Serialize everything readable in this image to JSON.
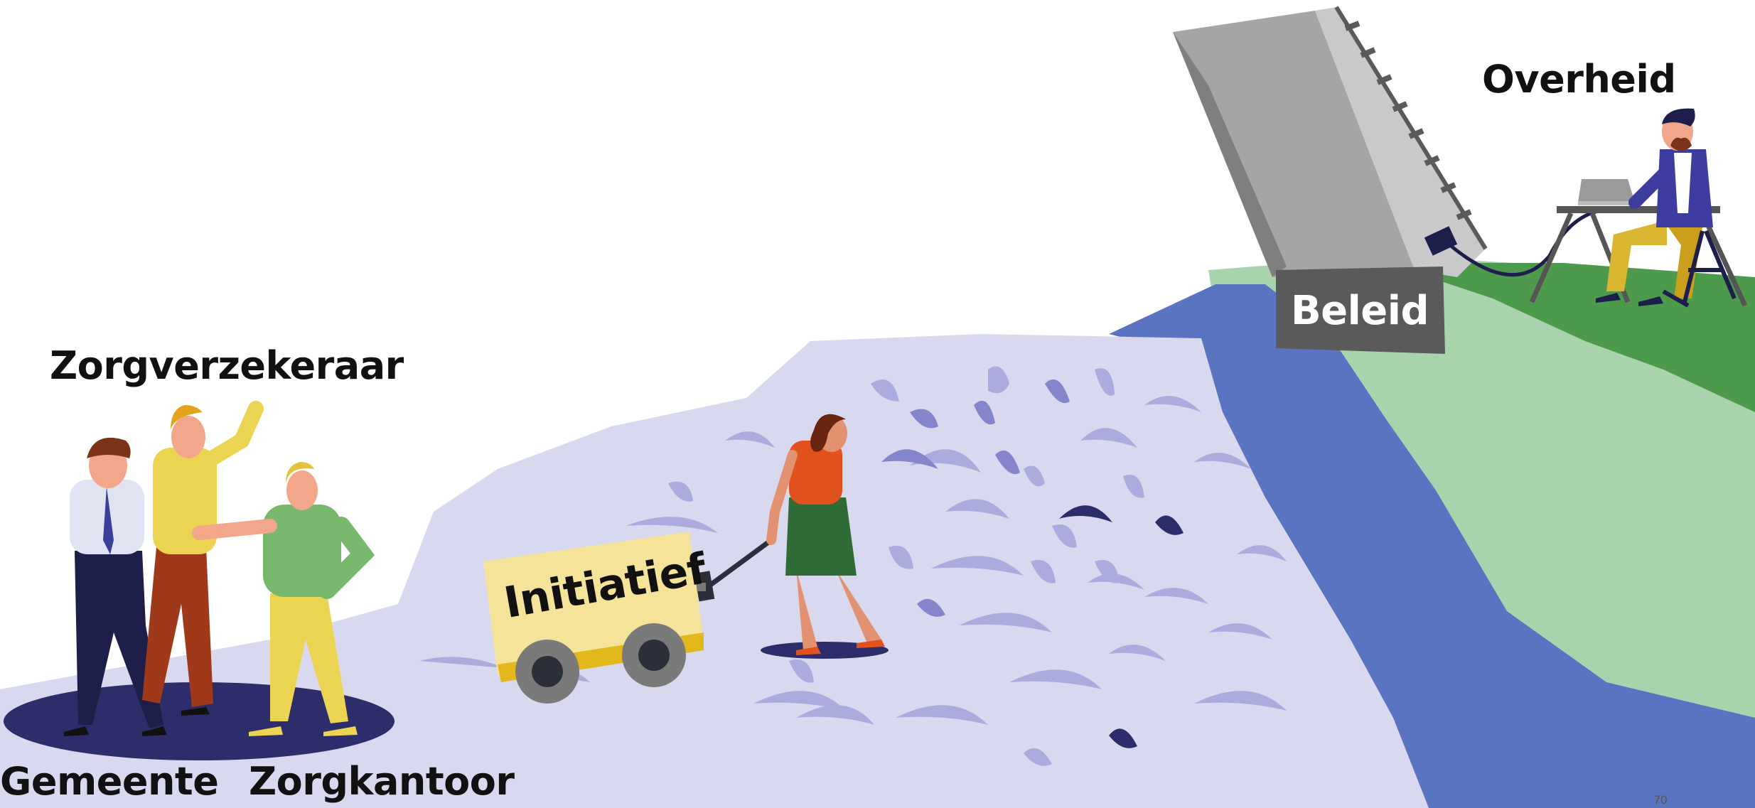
{
  "labels": {
    "zorgverzekeraar": "Zorgverzekeraar",
    "gemeente": "Gemeente",
    "zorgkantoor": "Zorgkantoor",
    "overheid": "Overheid",
    "beleid": "Beleid",
    "initiatief": "Initiatief",
    "page_number": "70"
  },
  "colors": {
    "ground_lavender": "#d8d8ee",
    "stone_light": "#ababdd",
    "stone_mid": "#8585cc",
    "stone_dark": "#2d2d6b",
    "river": "#5b74c2",
    "grass_light": "#a9d3ad",
    "grass_dark": "#4e9a4d",
    "bridge_grey": "#a5a5a5",
    "bridge_dark": "#5a5a5a",
    "cart_body": "#f5e39a",
    "cart_trim": "#e2b81d"
  }
}
